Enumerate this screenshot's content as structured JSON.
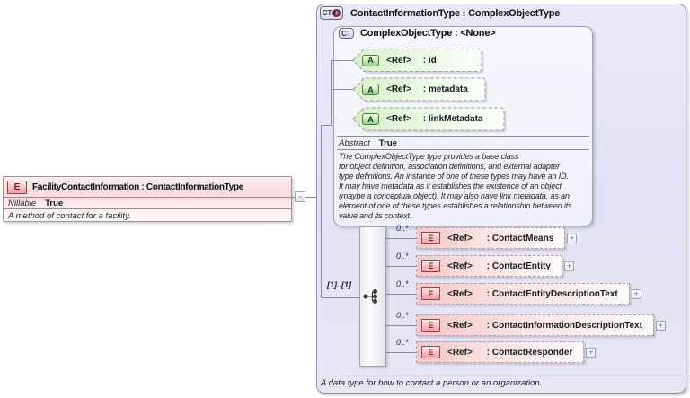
{
  "icons": {
    "element": "E",
    "attribute": "A",
    "complex_type": "CT",
    "extension_plus": "+",
    "expand": "+",
    "collapse": "−"
  },
  "left_element": {
    "title": "FacilityContactInformation : ContactInformationType",
    "property_label": "Nillable",
    "property_value": "True",
    "description": "A method of contact for a facility."
  },
  "type_box": {
    "title": "ContactInformationType : ComplexObjectType",
    "footer_description": "A data type for how to contact a person or an organization.",
    "base_type": {
      "title": "ComplexObjectType : <None>",
      "attributes": [
        {
          "ref": "<Ref>",
          "name": ": id"
        },
        {
          "ref": "<Ref>",
          "name": ": metadata"
        },
        {
          "ref": "<Ref>",
          "name": ": linkMetadata"
        }
      ],
      "property_label": "Abstract",
      "property_value": "True",
      "description": "The ComplexObjectType type provides a base class\nfor object definition, association definitions, and external adapter\ntype definitions. An instance of one of these types may have an ID.\nIt may have metadata as it establishes the existence of an object\n(maybe a conceptual object). It may also have link metadata, as an\nelement of one of these types establishes a relationship between its\nvalue and its context."
    },
    "sequence": {
      "cardinality": "[1]..[1]",
      "elements": [
        {
          "cardinality": "0..*",
          "ref": "<Ref>",
          "name": ": ContactMeans"
        },
        {
          "cardinality": "0..*",
          "ref": "<Ref>",
          "name": ": ContactEntity"
        },
        {
          "cardinality": "0..*",
          "ref": "<Ref>",
          "name": ": ContactEntityDescriptionText"
        },
        {
          "cardinality": "0..*",
          "ref": "<Ref>",
          "name": ": ContactInformationDescriptionText"
        },
        {
          "cardinality": "0..*",
          "ref": "<Ref>",
          "name": ": ContactResponder"
        }
      ]
    }
  },
  "colors": {
    "outer_fill": "#e4e4f6",
    "inner_fill": "#f2f2fa",
    "left_pink_fill": "#f8dbde",
    "attribute_green": "#d5f0c9",
    "element_pink": "#f5c6c6",
    "connector_line": "#8a8a92",
    "extension_badge": "#8f2f40"
  }
}
